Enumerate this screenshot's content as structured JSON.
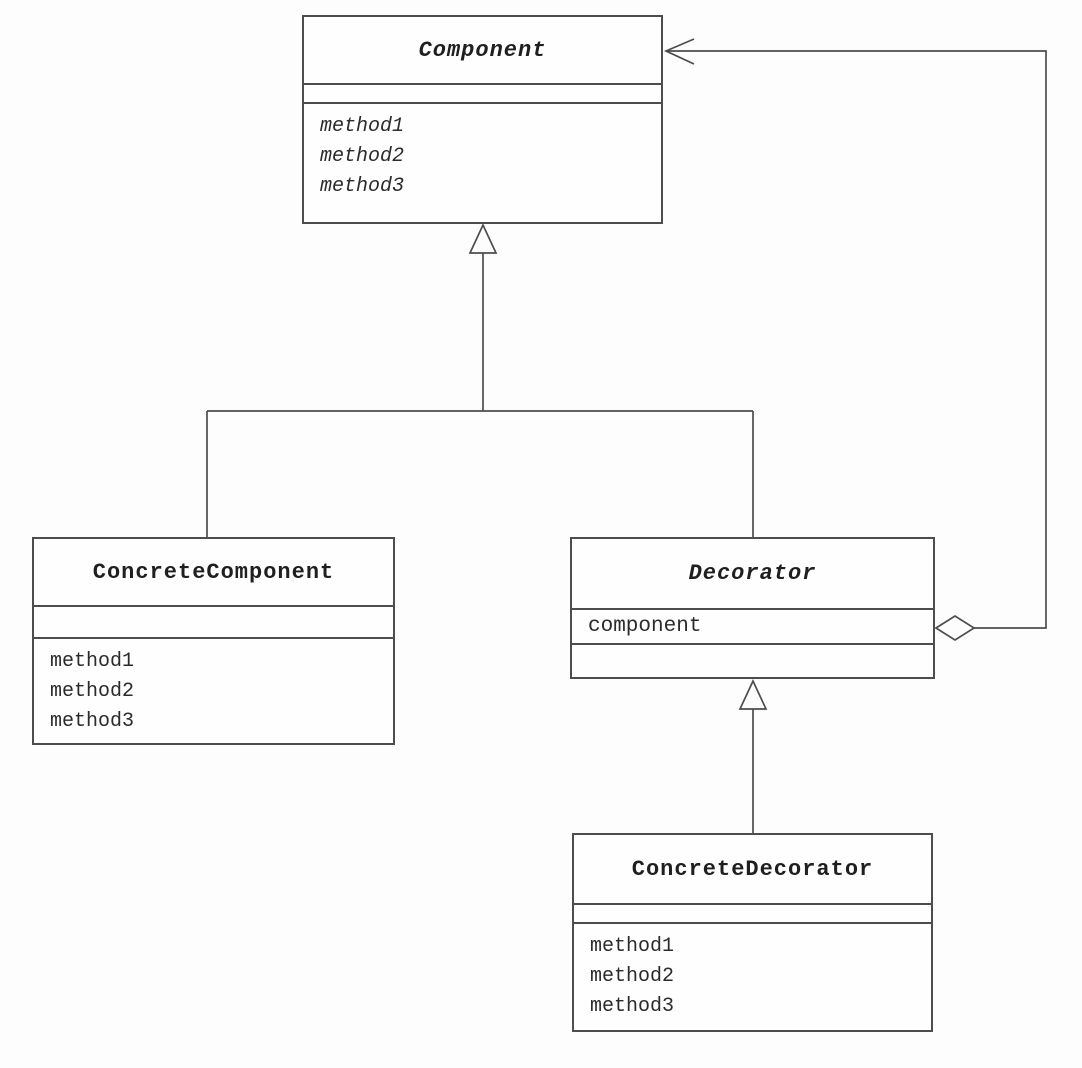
{
  "classes": [
    {
      "name": "Component",
      "abstract": true,
      "attributes": [],
      "methods": [
        "method1",
        "method2",
        "method3"
      ]
    },
    {
      "name": "ConcreteComponent",
      "abstract": false,
      "attributes": [],
      "methods": [
        "method1",
        "method2",
        "method3"
      ]
    },
    {
      "name": "Decorator",
      "abstract": true,
      "attributes": [
        "component"
      ],
      "methods": []
    },
    {
      "name": "ConcreteDecorator",
      "abstract": false,
      "attributes": [],
      "methods": [
        "method1",
        "method2",
        "method3"
      ]
    }
  ],
  "relationships": [
    {
      "type": "inheritance",
      "from": "ConcreteComponent",
      "to": "Component",
      "marker": "hollow-triangle"
    },
    {
      "type": "inheritance",
      "from": "Decorator",
      "to": "Component",
      "marker": "hollow-triangle"
    },
    {
      "type": "inheritance",
      "from": "ConcreteDecorator",
      "to": "Decorator",
      "marker": "hollow-triangle"
    },
    {
      "type": "aggregation",
      "from": "Decorator",
      "to": "Component",
      "marker": "hollow-diamond-and-open-arrow"
    }
  ],
  "colors": {
    "line": "#4d4d4d",
    "text": "#2b2b2b",
    "background": "#fdfdfd"
  }
}
